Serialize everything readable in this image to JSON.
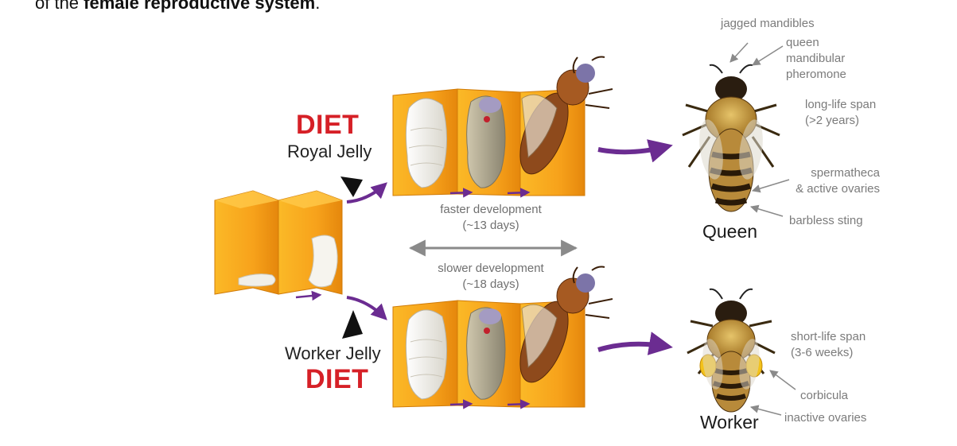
{
  "header": {
    "fragment_prefix": "of the ",
    "fragment_bold": "female reproductive system",
    "fragment_suffix": "."
  },
  "royal_path": {
    "diet_label": "DIET",
    "jelly_label": "Royal Jelly"
  },
  "worker_path": {
    "jelly_label": "Worker Jelly",
    "diet_label": "DIET"
  },
  "development": {
    "faster_line1": "faster development",
    "faster_line2": "(~13 days)",
    "slower_line1": "slower development",
    "slower_line2": "(~18 days)"
  },
  "queen": {
    "caption": "Queen",
    "labels": {
      "mandibles": "jagged mandibles",
      "pheromone_1": "queen",
      "pheromone_2": "mandibular",
      "pheromone_3": "pheromone",
      "lifespan_1": "long-life span",
      "lifespan_2": "(>2 years)",
      "spermatheca_1": "spermatheca",
      "spermatheca_2": "& active ovaries",
      "sting": "barbless sting"
    }
  },
  "worker": {
    "caption": "Worker",
    "labels": {
      "lifespan_1": "short-life span",
      "lifespan_2": "(3-6 weeks)",
      "corbicula": "corbicula",
      "ovaries": "inactive ovaries"
    }
  },
  "colors": {
    "diet_red": "#d62027",
    "arrow_purple": "#6b2c91",
    "cell_orange": "#f7a21b",
    "cell_dark": "#e48a0c",
    "label_grey": "#7b7b7b"
  }
}
